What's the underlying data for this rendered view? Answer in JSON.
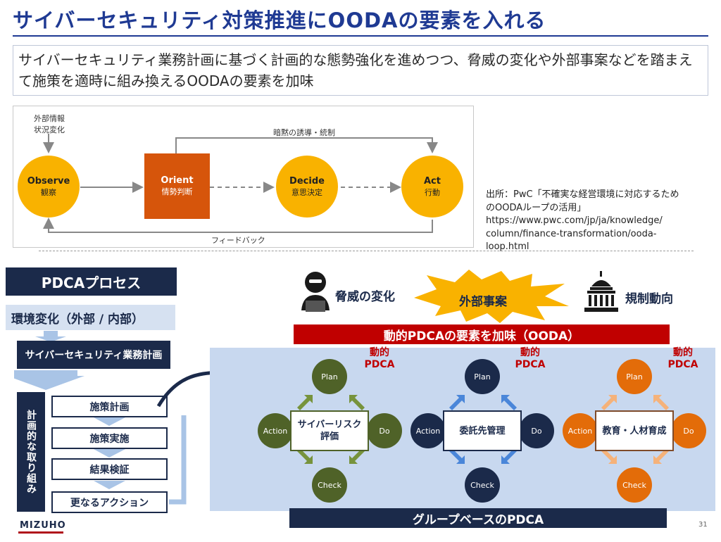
{
  "header": {
    "title": "サイバーセキュリティ対策推進にOODAの要素を入れる",
    "subtitle": "サイバーセキュリティ業務計画に基づく計画的な態勢強化を進めつつ、脅威の変化や外部事案などを踏まえて施策を適時に組み換えるOODAの要素を加味"
  },
  "ooda": {
    "external_info_line1": "外部情報",
    "external_info_line2": "状況変化",
    "implicit_label": "暗黙の誘導・統制",
    "feedback_label": "フィードバック",
    "observe": {
      "en": "Observe",
      "ja": "観察"
    },
    "orient": {
      "en": "Orient",
      "ja": "情勢判断"
    },
    "decide": {
      "en": "Decide",
      "ja": "意思決定"
    },
    "act": {
      "en": "Act",
      "ja": "行動"
    }
  },
  "source": {
    "line1": "出所：PwC「不確実な経営環境に対応するため",
    "line2": "のOODAループの活用」",
    "line3": "https://www.pwc.com/jp/ja/knowledge/",
    "line4": "column/finance-transformation/ooda-",
    "line5": "loop.html"
  },
  "pdca_process": {
    "title": "PDCAプロセス",
    "environment": "環境変化（外部 / 内部）",
    "plan": "サイバーセキュリティ業務計画",
    "side": "計画的な取り組み",
    "steps": [
      "施策計画",
      "施策実施",
      "結果検証",
      "更なるアクション"
    ]
  },
  "threats": {
    "threat_change": "脅威の変化",
    "external_incident": "外部事案",
    "regulation": "規制動向",
    "dynamic_banner": "動的PDCAの要素を加味（OODA）",
    "dynamic_label_line1": "動的",
    "dynamic_label_line2": "PDCA"
  },
  "cycles": {
    "node_labels": {
      "plan": "Plan",
      "do": "Do",
      "check": "Check",
      "action": "Action"
    },
    "items": [
      {
        "center": "サイバーリスク評価",
        "center_line1": "サイバーリスク",
        "center_line2": "評価",
        "color": "#4f6228"
      },
      {
        "center": "委託先管理",
        "color": "#1b2a4a"
      },
      {
        "center": "教育・人材育成",
        "color": "#e36c09"
      }
    ],
    "group_banner": "グループベースのPDCA"
  },
  "footer": {
    "logo": "MIZUHO",
    "page": "31"
  }
}
